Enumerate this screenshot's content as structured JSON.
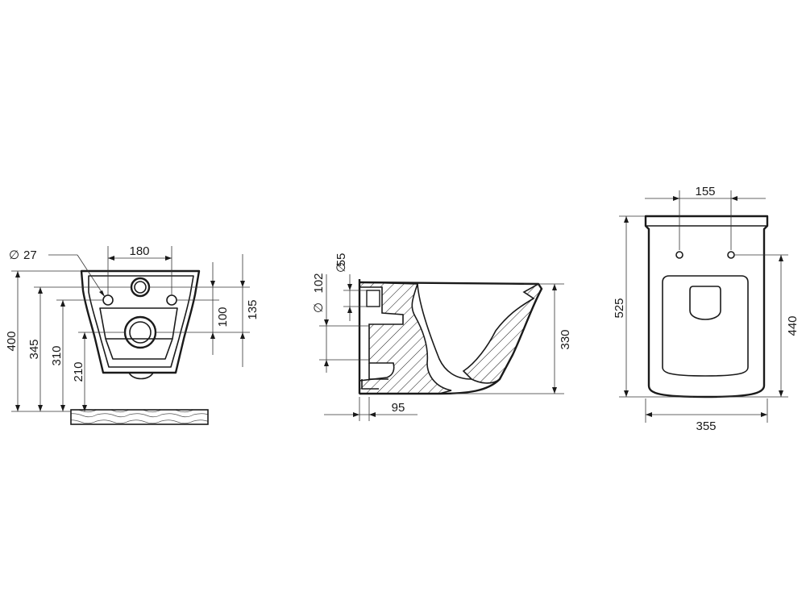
{
  "front_view": {
    "diameter_hole": "27",
    "width_holes": "180",
    "height_total": "400",
    "height_345": "345",
    "height_310": "310",
    "height_210": "210",
    "gap_100": "100",
    "gap_135": "135"
  },
  "side_view": {
    "diameter_55": "55",
    "diameter_102": "102",
    "height_330": "330",
    "depth_95": "95"
  },
  "top_view": {
    "spacing_155": "155",
    "length_525": "525",
    "length_440": "440",
    "width_355": "355"
  },
  "diameter_symbol": "∅"
}
